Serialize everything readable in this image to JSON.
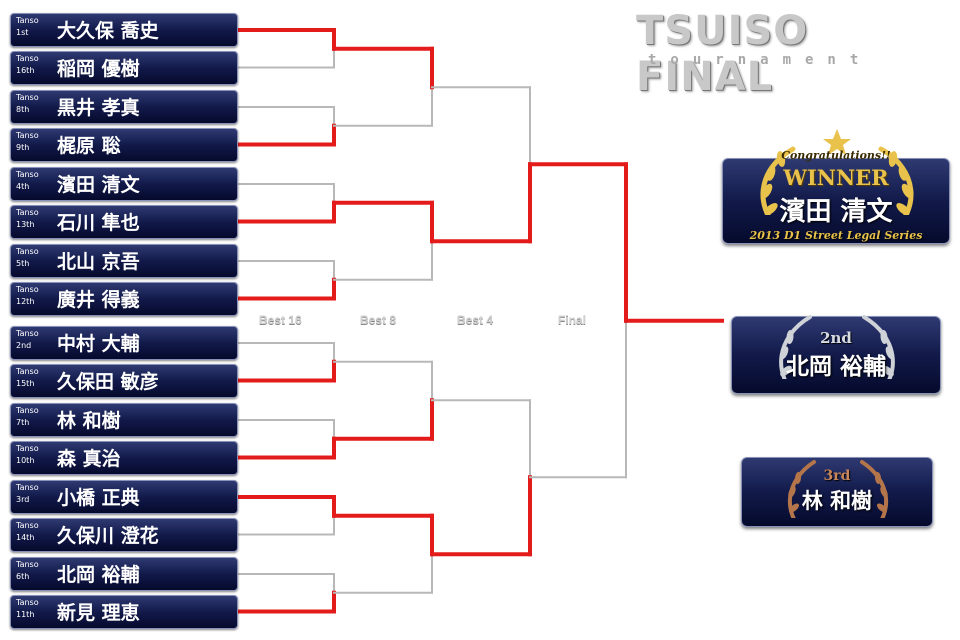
{
  "header": {
    "title": "TSUISO FINAL",
    "subtitle": "tournament"
  },
  "rounds": [
    "Best 16",
    "Best 8",
    "Best 4",
    "Final"
  ],
  "players": [
    {
      "seed_label": "Tanso",
      "seed_rank": "1st",
      "name": "大久保 喬史"
    },
    {
      "seed_label": "Tanso",
      "seed_rank": "16th",
      "name": "稲岡 優樹"
    },
    {
      "seed_label": "Tanso",
      "seed_rank": "8th",
      "name": "黒井 孝真"
    },
    {
      "seed_label": "Tanso",
      "seed_rank": "9th",
      "name": "梶原 聡"
    },
    {
      "seed_label": "Tanso",
      "seed_rank": "4th",
      "name": "濱田 清文"
    },
    {
      "seed_label": "Tanso",
      "seed_rank": "13th",
      "name": "石川 隼也"
    },
    {
      "seed_label": "Tanso",
      "seed_rank": "5th",
      "name": "北山 京吾"
    },
    {
      "seed_label": "Tanso",
      "seed_rank": "12th",
      "name": "廣井 得義"
    },
    {
      "seed_label": "Tanso",
      "seed_rank": "2nd",
      "name": "中村 大輔"
    },
    {
      "seed_label": "Tanso",
      "seed_rank": "15th",
      "name": "久保田 敏彦"
    },
    {
      "seed_label": "Tanso",
      "seed_rank": "7th",
      "name": "林 和樹"
    },
    {
      "seed_label": "Tanso",
      "seed_rank": "10th",
      "name": "森 真治"
    },
    {
      "seed_label": "Tanso",
      "seed_rank": "3rd",
      "name": "小橋 正典"
    },
    {
      "seed_label": "Tanso",
      "seed_rank": "14th",
      "name": "久保川 澄花"
    },
    {
      "seed_label": "Tanso",
      "seed_rank": "6th",
      "name": "北岡 裕輔"
    },
    {
      "seed_label": "Tanso",
      "seed_rank": "11th",
      "name": "新見 理恵"
    }
  ],
  "results": {
    "best8_winners": [
      1,
      2,
      4,
      6,
      8,
      10,
      13,
      14
    ],
    "best4_winners": [
      1,
      4,
      10,
      13
    ],
    "final_winners": [
      4,
      13
    ],
    "champion": 4
  },
  "colors": {
    "win_line": "#e41b1b",
    "lose_line": "#b8b8b8",
    "gold": "#e8c24a",
    "silver": "#cfd3d8",
    "bronze": "#b5754a"
  },
  "podium": {
    "winner": {
      "caption": "Congratulations!!",
      "tag": "WINNER",
      "name": "濱田 清文",
      "series": "2013 D1 Street Legal Series"
    },
    "second": {
      "tag": "2nd",
      "name": "北岡 裕輔"
    },
    "third": {
      "tag": "3rd",
      "name": "林 和樹"
    }
  }
}
